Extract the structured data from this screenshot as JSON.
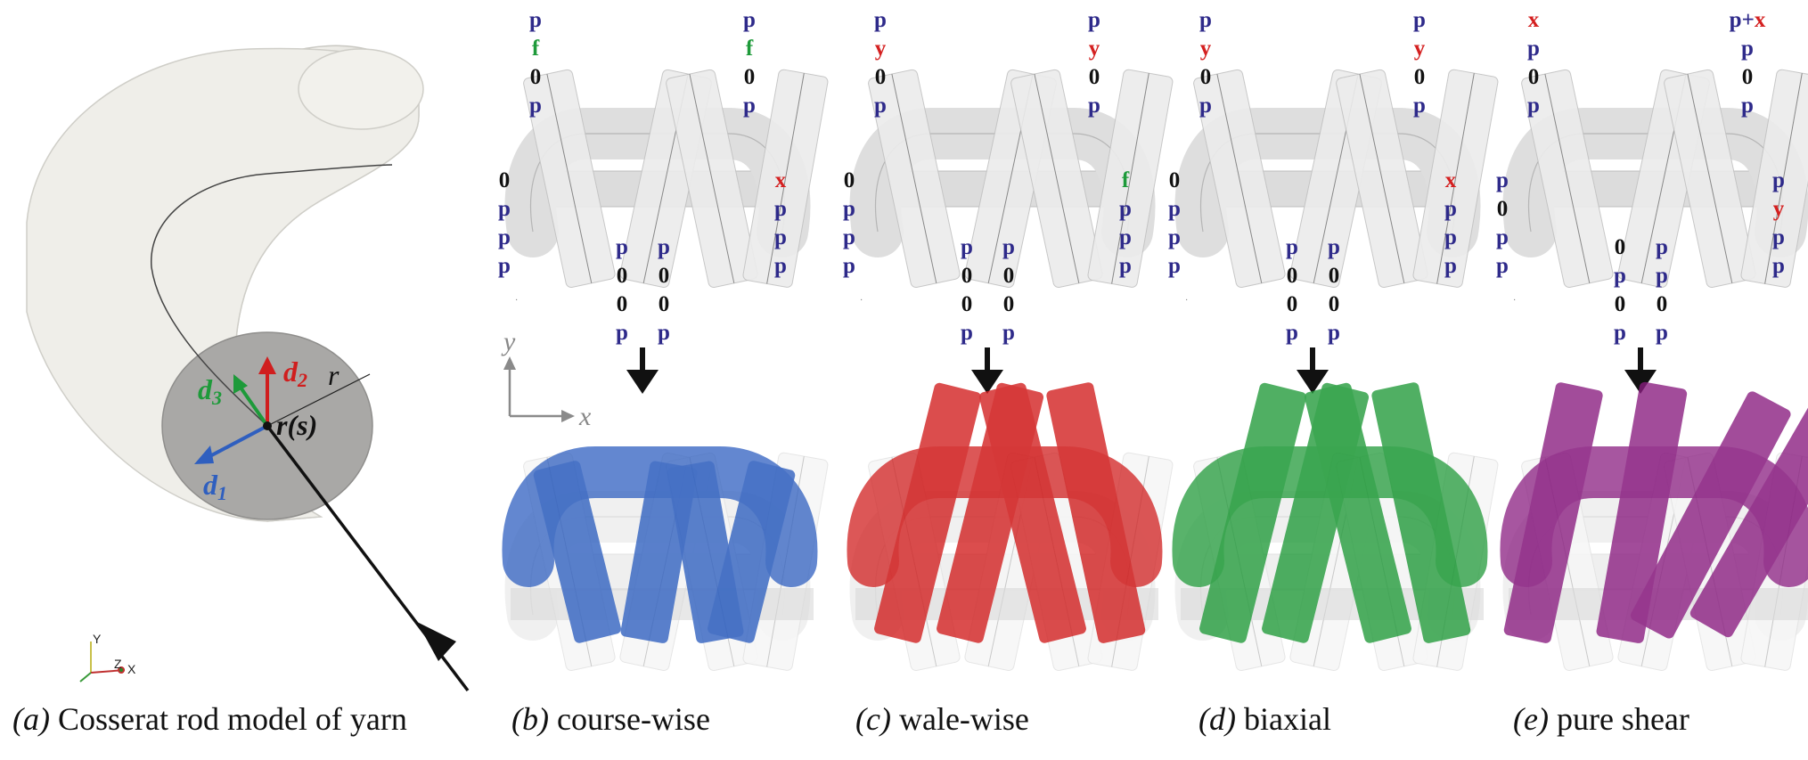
{
  "colors": {
    "p": "#2e2a8a",
    "f": "#1e9a3a",
    "x": "#d42020",
    "y": "#d42020",
    "0": "#111111",
    "blue": "#2f5fbf",
    "red": "#d01e1e",
    "green": "#219a3a",
    "purple": "#8a1d80"
  },
  "rod": {
    "d1": "d",
    "d1_sub": "1",
    "d2": "d",
    "d2_sub": "2",
    "d3": "d",
    "d3_sub": "3",
    "r": "r",
    "rs": "r(s)",
    "mini_axes": {
      "y": "Y",
      "z": "Z",
      "x": "X"
    }
  },
  "axes": {
    "x": "x",
    "y": "y"
  },
  "captions": [
    {
      "letter": "(a)",
      "text": "Cosserat rod model of yarn"
    },
    {
      "letter": "(b)",
      "text": "course-wise"
    },
    {
      "letter": "(c)",
      "text": "wale-wise"
    },
    {
      "letter": "(d)",
      "text": "biaxial"
    },
    {
      "letter": "(e)",
      "text": "pure shear"
    }
  ],
  "panels": [
    {
      "name": "course-wise",
      "color": "blue",
      "tilt": "splay",
      "tl": [
        "p",
        "f",
        "0",
        "p"
      ],
      "tr": [
        "p",
        "f",
        "0",
        "p"
      ],
      "ml": [
        "0",
        "p",
        "p",
        "p"
      ],
      "mr": [
        "x",
        "p",
        "p",
        "p"
      ],
      "bl": [
        "p",
        "0",
        "0",
        "p"
      ],
      "br": [
        "p",
        "0",
        "0",
        "p"
      ]
    },
    {
      "name": "wale-wise",
      "color": "red",
      "tilt": "stretch",
      "tl": [
        "p",
        "y",
        "0",
        "p"
      ],
      "tr": [
        "p",
        "y",
        "0",
        "p"
      ],
      "ml": [
        "0",
        "p",
        "p",
        "p"
      ],
      "mr": [
        "f",
        "p",
        "p",
        "p"
      ],
      "bl": [
        "p",
        "0",
        "0",
        "p"
      ],
      "br": [
        "p",
        "0",
        "0",
        "p"
      ]
    },
    {
      "name": "biaxial",
      "color": "green",
      "tilt": "stretch",
      "tl": [
        "p",
        "y",
        "0",
        "p"
      ],
      "tr": [
        "p",
        "y",
        "0",
        "p"
      ],
      "ml": [
        "0",
        "p",
        "p",
        "p"
      ],
      "mr": [
        "x",
        "p",
        "p",
        "p"
      ],
      "bl": [
        "p",
        "0",
        "0",
        "p"
      ],
      "br": [
        "p",
        "0",
        "0",
        "p"
      ]
    },
    {
      "name": "pure shear",
      "color": "purple",
      "tilt": "shear",
      "tl": [
        "x",
        "p",
        "0",
        "p"
      ],
      "tr": [
        "p+x",
        "p",
        "0",
        "p"
      ],
      "ml": [
        "p",
        "0",
        "p",
        "p"
      ],
      "mr": [
        "p",
        "y",
        "p",
        "p"
      ],
      "bl": [
        "0",
        "p",
        "0",
        "p"
      ],
      "br": [
        "p",
        "p",
        "0",
        "p"
      ]
    }
  ]
}
